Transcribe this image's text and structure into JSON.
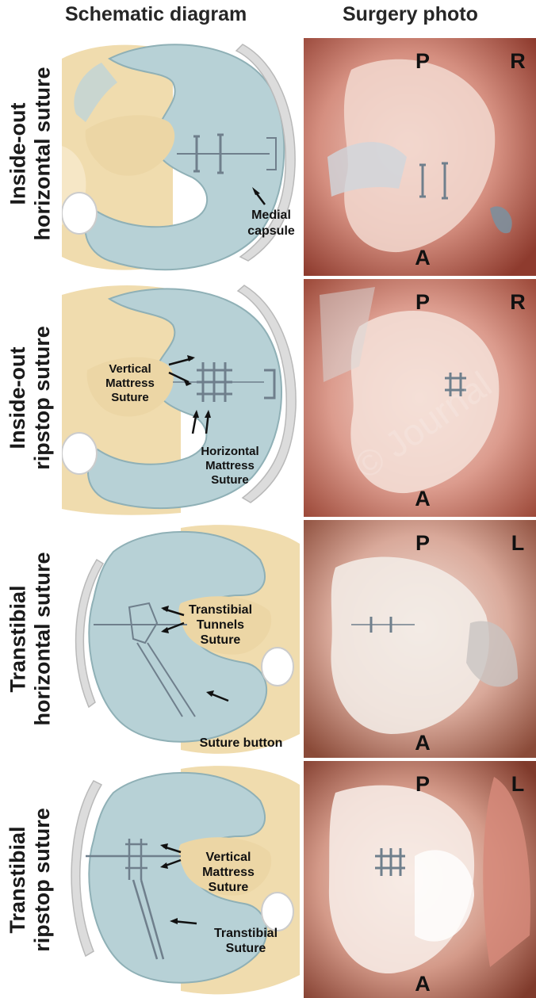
{
  "headers": {
    "schematic": "Schematic diagram",
    "photo": "Surgery photo"
  },
  "rows": [
    {
      "label_lines": [
        "Inside-out",
        "horizontal suture"
      ],
      "annotations": {
        "a1_line1": "Medial",
        "a1_line2": "capsule"
      },
      "photo": {
        "top": "P",
        "side": "R",
        "bottom": "A"
      }
    },
    {
      "label_lines": [
        "Inside-out",
        "ripstop suture"
      ],
      "annotations": {
        "a1_line1": "Vertical",
        "a1_line2": "Mattress",
        "a1_line3": "Suture",
        "a2_line1": "Horizontal",
        "a2_line2": "Mattress",
        "a2_line3": "Suture"
      },
      "photo": {
        "top": "P",
        "side": "R",
        "bottom": "A"
      }
    },
    {
      "label_lines": [
        "Transtibial",
        "horizontal suture"
      ],
      "annotations": {
        "a1_line1": "Transtibial",
        "a1_line2": "Tunnels",
        "a1_line3": "Suture",
        "a2_line1": "Suture button"
      },
      "photo": {
        "top": "P",
        "side": "L",
        "bottom": "A"
      }
    },
    {
      "label_lines": [
        "Transtibial",
        "ripstop suture"
      ],
      "annotations": {
        "a1_line1": "Vertical",
        "a1_line2": "Mattress",
        "a1_line3": "Suture",
        "a2_line1": "Transtibial",
        "a2_line2": "Suture"
      },
      "photo": {
        "top": "P",
        "side": "L",
        "bottom": "A"
      }
    }
  ],
  "colors": {
    "meniscus": "#b7d1d6",
    "bone": "#ecd6a5",
    "capsule": "#d9d9d9",
    "tissue": "#e9b3a8",
    "tissue_dark": "#b9624f",
    "suture": "#6f7f8c"
  }
}
